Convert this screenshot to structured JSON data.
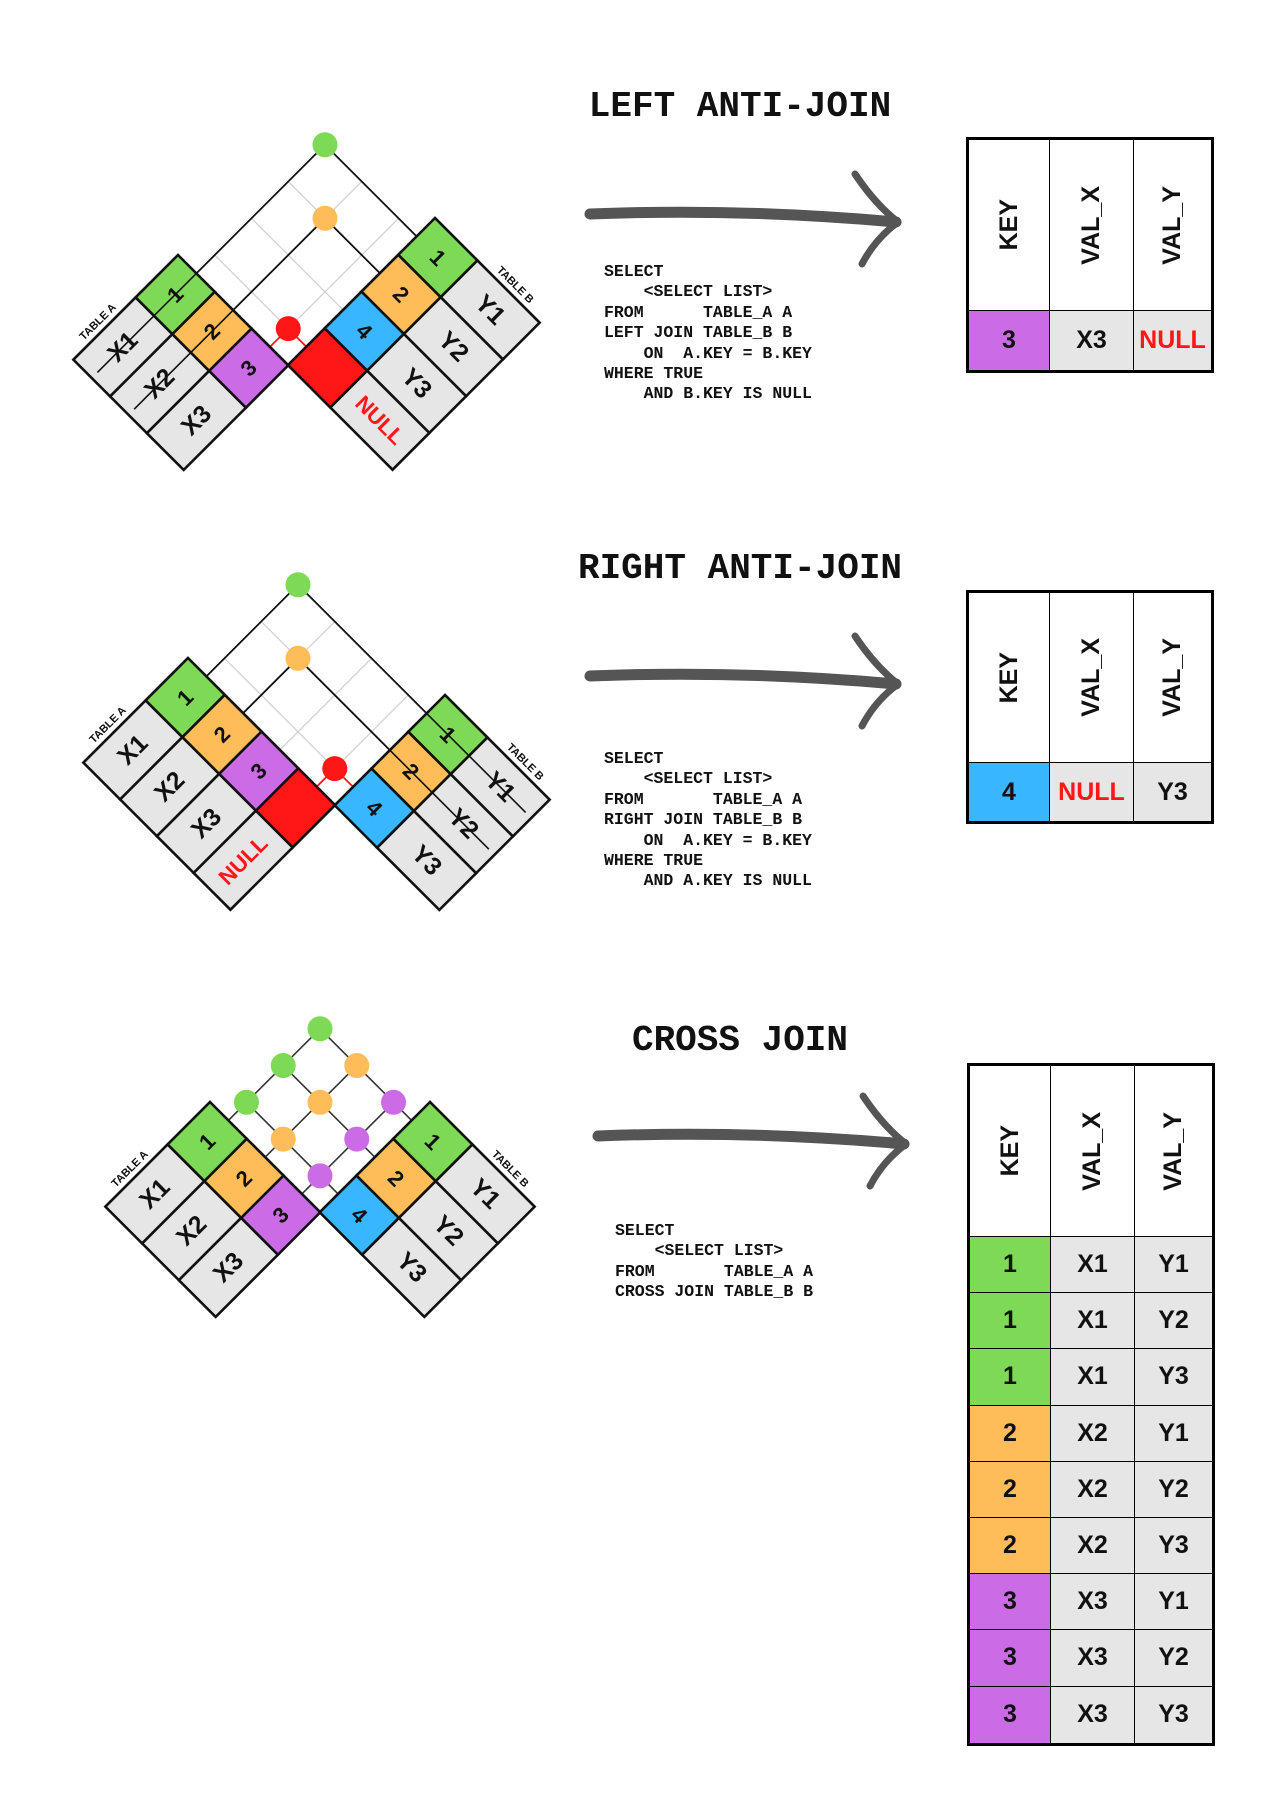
{
  "colors": {
    "green": "#7ed957",
    "orange": "#ffbd59",
    "purple": "#cb6ce6",
    "blue": "#38b6ff",
    "red": "#ff1616",
    "gray": "#e6e6e6",
    "arrow": "#555555",
    "null_text": "#ff1616"
  },
  "sections": [
    {
      "title": "LEFT ANTI-JOIN",
      "sql": [
        "SELECT",
        "    <SELECT LIST>",
        "FROM      TABLE_A A",
        "LEFT JOIN TABLE_B B",
        "    ON  A.KEY = B.KEY",
        "WHERE TRUE",
        "    AND B.KEY IS NULL"
      ],
      "diagram": {
        "table_a_label": "TABLE A",
        "table_b_label": "TABLE B",
        "a_rows": [
          {
            "key": "1",
            "val": "X1",
            "color": "green",
            "struck": true
          },
          {
            "key": "2",
            "val": "X2",
            "color": "orange",
            "struck": true
          },
          {
            "key": "3",
            "val": "X3",
            "color": "purple",
            "struck": false
          }
        ],
        "b_rows": [
          {
            "key": "1",
            "val": "Y1",
            "color": "green",
            "struck": false
          },
          {
            "key": "2",
            "val": "Y2",
            "color": "orange",
            "struck": false
          },
          {
            "key": "4",
            "val": "Y3",
            "color": "blue",
            "struck": false
          },
          {
            "key": "",
            "val": "NULL",
            "color": "red",
            "struck": false,
            "null_val": true
          }
        ],
        "links": [
          {
            "a": 0,
            "b": 0,
            "color": "green",
            "line": "#111111"
          },
          {
            "a": 1,
            "b": 1,
            "color": "orange",
            "line": "#111111"
          },
          {
            "a": 2,
            "b": 3,
            "color": "red",
            "line": "#ff1616"
          }
        ],
        "lattice": false
      },
      "result": {
        "headers": [
          "KEY",
          "VAL_X",
          "VAL_Y"
        ],
        "rows": [
          {
            "key": "3",
            "key_color": "purple",
            "val_x": "X3",
            "val_y": "NULL",
            "null_col": "val_y"
          }
        ]
      }
    },
    {
      "title": "RIGHT ANTI-JOIN",
      "sql": [
        "SELECT",
        "    <SELECT LIST>",
        "FROM       TABLE_A A",
        "RIGHT JOIN TABLE_B B",
        "    ON  A.KEY = B.KEY",
        "WHERE TRUE",
        "    AND A.KEY IS NULL"
      ],
      "diagram": {
        "table_a_label": "TABLE A",
        "table_b_label": "TABLE B",
        "a_rows": [
          {
            "key": "1",
            "val": "X1",
            "color": "green",
            "struck": false
          },
          {
            "key": "2",
            "val": "X2",
            "color": "orange",
            "struck": false
          },
          {
            "key": "3",
            "val": "X3",
            "color": "purple",
            "struck": false
          },
          {
            "key": "",
            "val": "NULL",
            "color": "red",
            "struck": false,
            "null_val": true
          }
        ],
        "b_rows": [
          {
            "key": "1",
            "val": "Y1",
            "color": "green",
            "struck": true
          },
          {
            "key": "2",
            "val": "Y2",
            "color": "orange",
            "struck": true
          },
          {
            "key": "4",
            "val": "Y3",
            "color": "blue",
            "struck": false
          }
        ],
        "links": [
          {
            "a": 0,
            "b": 0,
            "color": "green",
            "line": "#111111"
          },
          {
            "a": 1,
            "b": 1,
            "color": "orange",
            "line": "#111111"
          },
          {
            "a": 3,
            "b": 2,
            "color": "red",
            "line": "#ff1616"
          }
        ],
        "lattice": false
      },
      "result": {
        "headers": [
          "KEY",
          "VAL_X",
          "VAL_Y"
        ],
        "rows": [
          {
            "key": "4",
            "key_color": "blue",
            "val_x": "NULL",
            "val_y": "Y3",
            "null_col": "val_x"
          }
        ]
      }
    },
    {
      "title": "CROSS JOIN",
      "sql": [
        "SELECT",
        "    <SELECT LIST>",
        "FROM       TABLE_A A",
        "CROSS JOIN TABLE_B B"
      ],
      "diagram": {
        "table_a_label": "TABLE A",
        "table_b_label": "TABLE B",
        "a_rows": [
          {
            "key": "1",
            "val": "X1",
            "color": "green",
            "struck": false
          },
          {
            "key": "2",
            "val": "X2",
            "color": "orange",
            "struck": false
          },
          {
            "key": "3",
            "val": "X3",
            "color": "purple",
            "struck": false
          }
        ],
        "b_rows": [
          {
            "key": "1",
            "val": "Y1",
            "color": "green",
            "struck": false
          },
          {
            "key": "2",
            "val": "Y2",
            "color": "orange",
            "struck": false
          },
          {
            "key": "4",
            "val": "Y3",
            "color": "blue",
            "struck": false
          }
        ],
        "links": [
          {
            "a": 0,
            "b": 0,
            "color": "green"
          },
          {
            "a": 0,
            "b": 1,
            "color": "green"
          },
          {
            "a": 0,
            "b": 2,
            "color": "green"
          },
          {
            "a": 1,
            "b": 0,
            "color": "orange"
          },
          {
            "a": 1,
            "b": 1,
            "color": "orange"
          },
          {
            "a": 1,
            "b": 2,
            "color": "orange"
          },
          {
            "a": 2,
            "b": 0,
            "color": "purple"
          },
          {
            "a": 2,
            "b": 1,
            "color": "purple"
          },
          {
            "a": 2,
            "b": 2,
            "color": "purple"
          }
        ],
        "lattice": true
      },
      "result": {
        "headers": [
          "KEY",
          "VAL_X",
          "VAL_Y"
        ],
        "rows": [
          {
            "key": "1",
            "key_color": "green",
            "val_x": "X1",
            "val_y": "Y1"
          },
          {
            "key": "1",
            "key_color": "green",
            "val_x": "X1",
            "val_y": "Y2"
          },
          {
            "key": "1",
            "key_color": "green",
            "val_x": "X1",
            "val_y": "Y3"
          },
          {
            "key": "2",
            "key_color": "orange",
            "val_x": "X2",
            "val_y": "Y1"
          },
          {
            "key": "2",
            "key_color": "orange",
            "val_x": "X2",
            "val_y": "Y2"
          },
          {
            "key": "2",
            "key_color": "orange",
            "val_x": "X2",
            "val_y": "Y3"
          },
          {
            "key": "3",
            "key_color": "purple",
            "val_x": "X3",
            "val_y": "Y1"
          },
          {
            "key": "3",
            "key_color": "purple",
            "val_x": "X3",
            "val_y": "Y2"
          },
          {
            "key": "3",
            "key_color": "purple",
            "val_x": "X3",
            "val_y": "Y3"
          }
        ]
      }
    }
  ]
}
